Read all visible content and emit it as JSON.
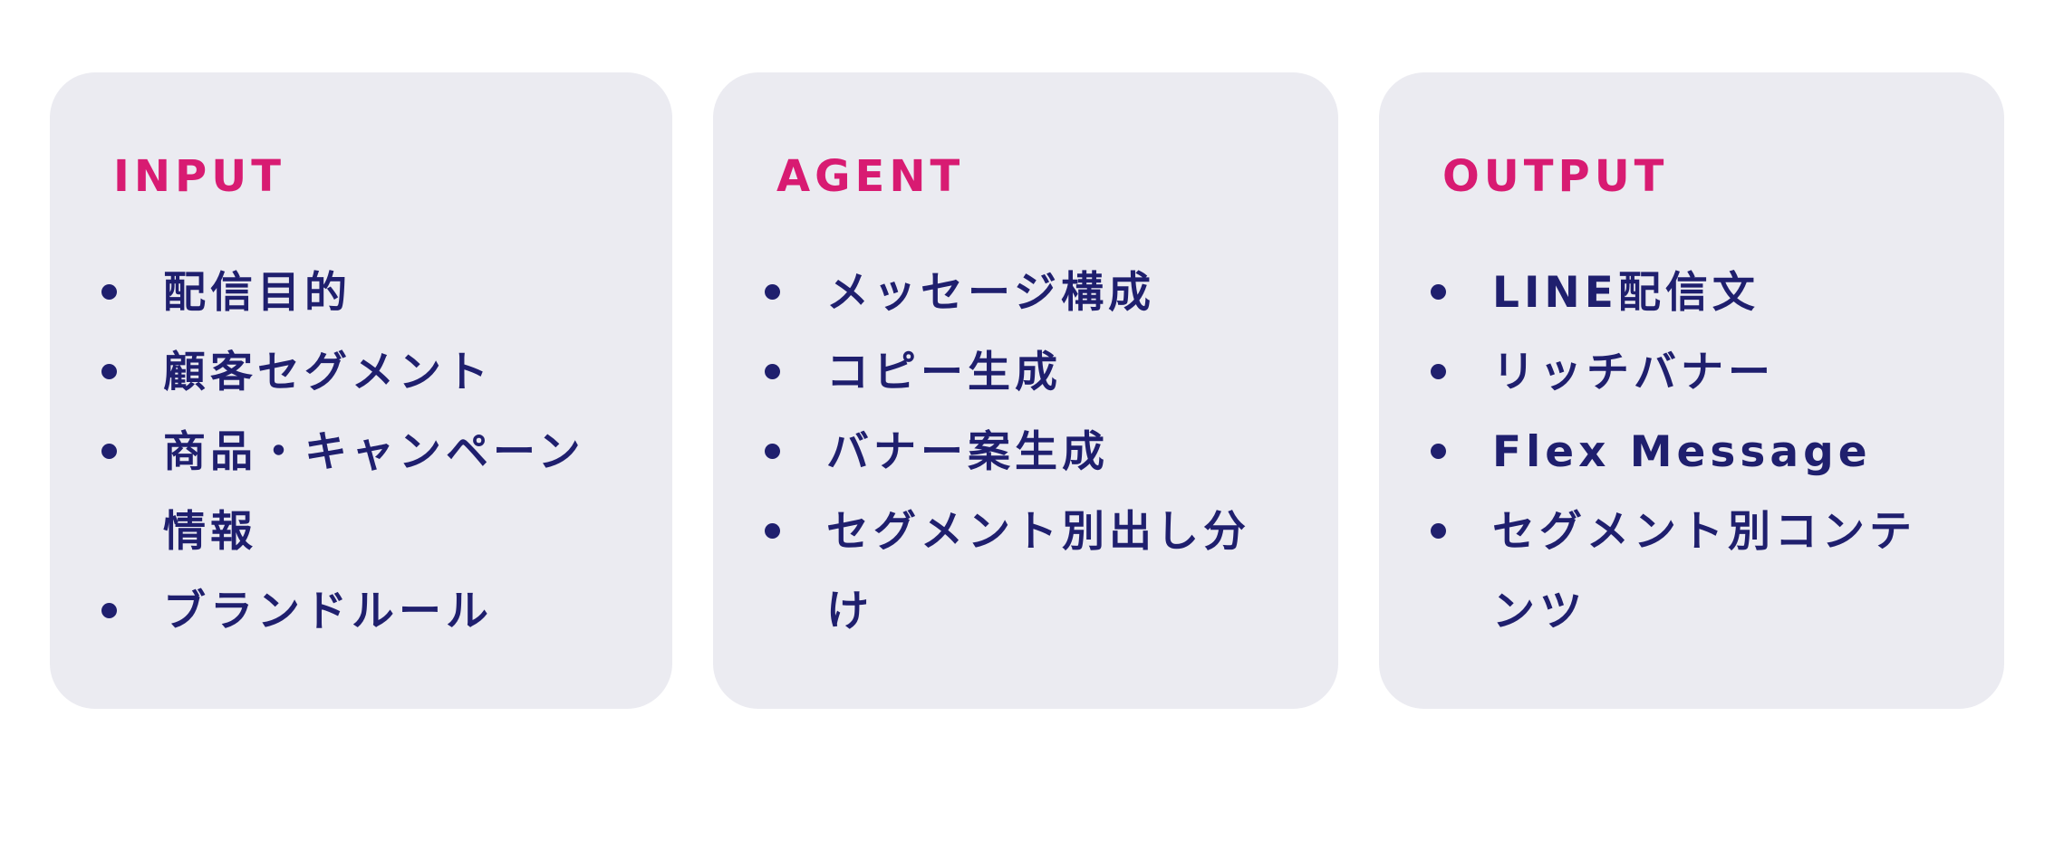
{
  "colors": {
    "accent": "#d81b72",
    "text": "#1f1f6e",
    "panel_bg": "#ebebf1",
    "page_bg": "#ffffff"
  },
  "panels": [
    {
      "title": "INPUT",
      "items": [
        {
          "lines": [
            "配信目的"
          ]
        },
        {
          "lines": [
            "顧客セグメント"
          ]
        },
        {
          "lines": [
            "商品・キャンペーン",
            "情報"
          ]
        },
        {
          "lines": [
            "ブランドルール"
          ]
        }
      ]
    },
    {
      "title": "AGENT",
      "items": [
        {
          "lines": [
            "メッセージ構成"
          ]
        },
        {
          "lines": [
            "コピー生成"
          ]
        },
        {
          "lines": [
            "バナー案生成"
          ]
        },
        {
          "lines": [
            "セグメント別出し分",
            "け"
          ]
        }
      ]
    },
    {
      "title": "OUTPUT",
      "items": [
        {
          "lines": [
            "LINE配信文"
          ]
        },
        {
          "lines": [
            "リッチバナー"
          ]
        },
        {
          "lines": [
            "Flex Message"
          ]
        },
        {
          "lines": [
            "セグメント別コンテ",
            "ンツ"
          ]
        }
      ]
    }
  ]
}
